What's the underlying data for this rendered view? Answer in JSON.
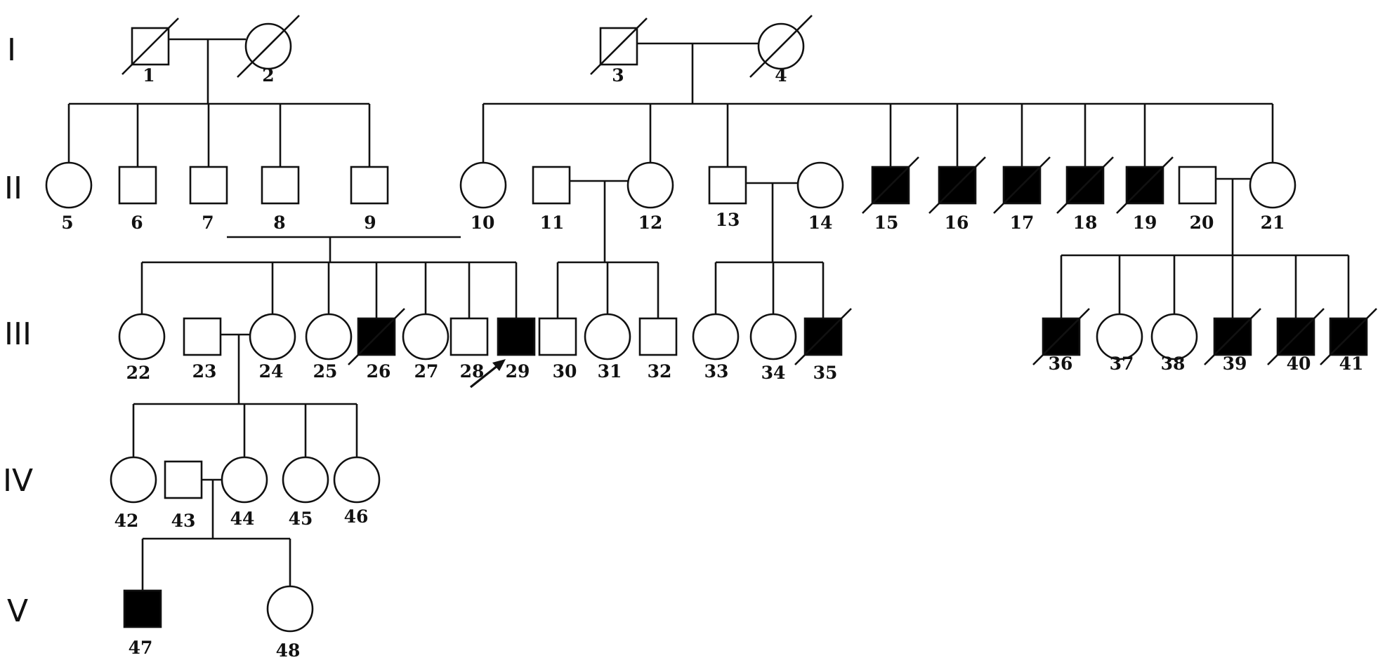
{
  "generations": [
    {
      "label": "I"
    },
    {
      "label": "II"
    },
    {
      "label": "III"
    },
    {
      "label": "IV"
    },
    {
      "label": "V"
    }
  ],
  "colors": {
    "stroke": "#111111",
    "affected": "#000000",
    "unaffected": "#ffffff"
  },
  "individuals": [
    {
      "id": "1",
      "label": "1",
      "sex": "male",
      "affected": false,
      "deceased": true
    },
    {
      "id": "2",
      "label": "2",
      "sex": "female",
      "affected": false,
      "deceased": true
    },
    {
      "id": "3",
      "label": "3",
      "sex": "male",
      "affected": false,
      "deceased": true
    },
    {
      "id": "4",
      "label": "4",
      "sex": "female",
      "affected": false,
      "deceased": true
    },
    {
      "id": "5",
      "label": "5",
      "sex": "female",
      "affected": false,
      "deceased": false
    },
    {
      "id": "6",
      "label": "6",
      "sex": "male",
      "affected": false,
      "deceased": false
    },
    {
      "id": "7",
      "label": "7",
      "sex": "male",
      "affected": false,
      "deceased": false
    },
    {
      "id": "8",
      "label": "8",
      "sex": "male",
      "affected": false,
      "deceased": false
    },
    {
      "id": "9",
      "label": "9",
      "sex": "male",
      "affected": false,
      "deceased": false
    },
    {
      "id": "10",
      "label": "10",
      "sex": "female",
      "affected": false,
      "deceased": false
    },
    {
      "id": "11",
      "label": "11",
      "sex": "male",
      "affected": false,
      "deceased": false
    },
    {
      "id": "12",
      "label": "12",
      "sex": "female",
      "affected": false,
      "deceased": false
    },
    {
      "id": "13",
      "label": "13",
      "sex": "male",
      "affected": false,
      "deceased": false
    },
    {
      "id": "14",
      "label": "14",
      "sex": "female",
      "affected": false,
      "deceased": false
    },
    {
      "id": "15",
      "label": "15",
      "sex": "male",
      "affected": true,
      "deceased": true
    },
    {
      "id": "16",
      "label": "16",
      "sex": "male",
      "affected": true,
      "deceased": true
    },
    {
      "id": "17",
      "label": "17",
      "sex": "male",
      "affected": true,
      "deceased": true
    },
    {
      "id": "18",
      "label": "18",
      "sex": "male",
      "affected": true,
      "deceased": true
    },
    {
      "id": "19",
      "label": "19",
      "sex": "male",
      "affected": true,
      "deceased": true
    },
    {
      "id": "20",
      "label": "20",
      "sex": "male",
      "affected": false,
      "deceased": false
    },
    {
      "id": "21",
      "label": "21",
      "sex": "female",
      "affected": false,
      "deceased": false
    },
    {
      "id": "22",
      "label": "22",
      "sex": "female",
      "affected": false,
      "deceased": false
    },
    {
      "id": "23",
      "label": "23",
      "sex": "male",
      "affected": false,
      "deceased": false
    },
    {
      "id": "24",
      "label": "24",
      "sex": "female",
      "affected": false,
      "deceased": false
    },
    {
      "id": "25",
      "label": "25",
      "sex": "female",
      "affected": false,
      "deceased": false
    },
    {
      "id": "26",
      "label": "26",
      "sex": "male",
      "affected": true,
      "deceased": true
    },
    {
      "id": "27",
      "label": "27",
      "sex": "female",
      "affected": false,
      "deceased": false
    },
    {
      "id": "28",
      "label": "28",
      "sex": "male",
      "affected": false,
      "deceased": false
    },
    {
      "id": "29",
      "label": "29",
      "sex": "male",
      "affected": true,
      "deceased": false,
      "proband": true
    },
    {
      "id": "30",
      "label": "30",
      "sex": "male",
      "affected": false,
      "deceased": false
    },
    {
      "id": "31",
      "label": "31",
      "sex": "female",
      "affected": false,
      "deceased": false
    },
    {
      "id": "32",
      "label": "32",
      "sex": "male",
      "affected": false,
      "deceased": false
    },
    {
      "id": "33",
      "label": "33",
      "sex": "female",
      "affected": false,
      "deceased": false
    },
    {
      "id": "34",
      "label": "34",
      "sex": "female",
      "affected": false,
      "deceased": false
    },
    {
      "id": "35",
      "label": "35",
      "sex": "male",
      "affected": true,
      "deceased": true
    },
    {
      "id": "36",
      "label": "36",
      "sex": "male",
      "affected": true,
      "deceased": true
    },
    {
      "id": "37",
      "label": "37",
      "sex": "female",
      "affected": false,
      "deceased": false
    },
    {
      "id": "38",
      "label": "38",
      "sex": "female",
      "affected": false,
      "deceased": false
    },
    {
      "id": "39",
      "label": "39",
      "sex": "male",
      "affected": true,
      "deceased": true
    },
    {
      "id": "40",
      "label": "40",
      "sex": "male",
      "affected": true,
      "deceased": true
    },
    {
      "id": "41",
      "label": "41",
      "sex": "male",
      "affected": true,
      "deceased": true
    },
    {
      "id": "42",
      "label": "42",
      "sex": "female",
      "affected": false,
      "deceased": false
    },
    {
      "id": "43",
      "label": "43",
      "sex": "male",
      "affected": false,
      "deceased": false
    },
    {
      "id": "44",
      "label": "44",
      "sex": "female",
      "affected": false,
      "deceased": false
    },
    {
      "id": "45",
      "label": "45",
      "sex": "female",
      "affected": false,
      "deceased": false
    },
    {
      "id": "46",
      "label": "46",
      "sex": "female",
      "affected": false,
      "deceased": false
    },
    {
      "id": "47",
      "label": "47",
      "sex": "male",
      "affected": true,
      "deceased": false
    },
    {
      "id": "48",
      "label": "48",
      "sex": "female",
      "affected": false,
      "deceased": false
    }
  ],
  "couples": [
    {
      "partners": [
        "1",
        "2"
      ],
      "children": [
        "5",
        "6",
        "7",
        "8",
        "9"
      ]
    },
    {
      "partners": [
        "3",
        "4"
      ],
      "children": [
        "10",
        "12",
        "13",
        "15",
        "16",
        "17",
        "18",
        "19",
        "21"
      ]
    },
    {
      "partners": [
        "7",
        "10"
      ],
      "children": [
        "22",
        "24",
        "25",
        "26",
        "27",
        "28",
        "29"
      ]
    },
    {
      "partners": [
        "11",
        "12"
      ],
      "children": [
        "30",
        "31",
        "32"
      ]
    },
    {
      "partners": [
        "13",
        "14"
      ],
      "children": [
        "33",
        "34",
        "35"
      ]
    },
    {
      "partners": [
        "20",
        "21"
      ],
      "children": [
        "36",
        "37",
        "38",
        "39",
        "40",
        "41"
      ]
    },
    {
      "partners": [
        "23",
        "24"
      ],
      "children": [
        "42",
        "44",
        "45",
        "46"
      ]
    },
    {
      "partners": [
        "43",
        "44"
      ],
      "children": [
        "47",
        "48"
      ]
    }
  ]
}
